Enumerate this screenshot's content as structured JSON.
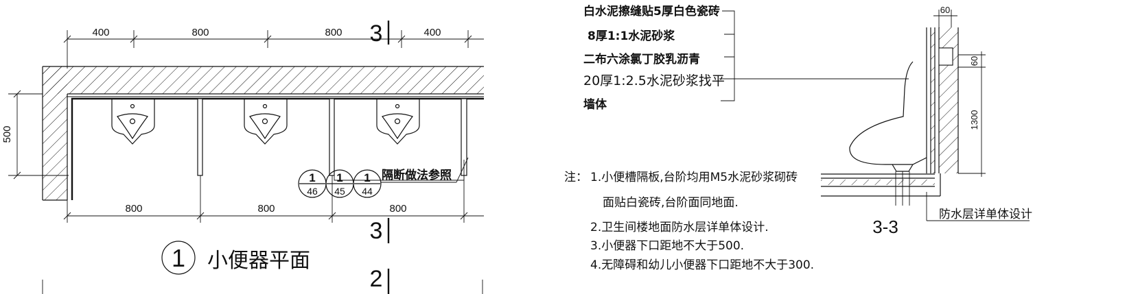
{
  "plan": {
    "top_dims": [
      "400",
      "800",
      "800",
      "400"
    ],
    "bottom_dims": [
      "800",
      "800",
      "800"
    ],
    "left_dim": "500",
    "section_mark": "3",
    "section_mark_lower": "2",
    "partition_note": "隔断做法参照",
    "refs": [
      {
        "num": "1",
        "den": "46"
      },
      {
        "num": "1",
        "den": "45"
      },
      {
        "num": "1",
        "den": "44"
      }
    ],
    "title_number": "1",
    "title": "小便器平面"
  },
  "layers": [
    "白水泥擦缝贴5厚白色瓷砖",
    "8厚1:1水泥砂浆",
    "二布六涂氯丁胶乳沥青",
    "20厚1:2.5水泥砂浆找平",
    "墙体"
  ],
  "notes": {
    "prefix": "注：",
    "lines": [
      "1.小便槽隔板,台阶均用M5水泥砂浆砌砖",
      "面贴白瓷砖,台阶面同地面.",
      "2.卫生间楼地面防水层详单体设计.",
      "3.小便器下口距地不大于500.",
      "4.无障碍和幼儿小便器下口距地不大于300."
    ]
  },
  "section": {
    "dims": [
      "60",
      "60",
      "1300"
    ],
    "label": "3-3",
    "waterproof_note": "防水层详单体设计"
  }
}
